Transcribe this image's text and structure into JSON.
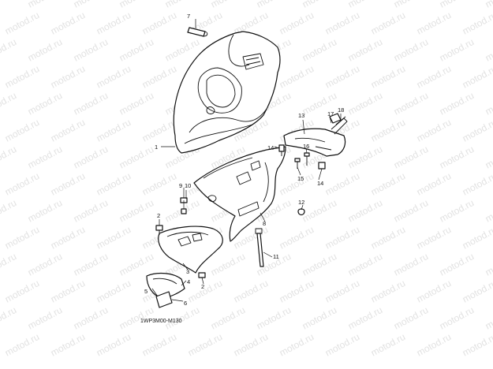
{
  "watermark": {
    "text": "motod.ru",
    "color": "#dcdcdc"
  },
  "diagram_code": "1WP3M00-M130",
  "callouts": [
    "1",
    "2",
    "2",
    "3",
    "4",
    "5",
    "6",
    "7",
    "8",
    "9",
    "10",
    "11",
    "12",
    "13",
    "14",
    "14",
    "15",
    "16",
    "17",
    "18"
  ],
  "colors": {
    "line": "#111111",
    "background": "#ffffff"
  }
}
